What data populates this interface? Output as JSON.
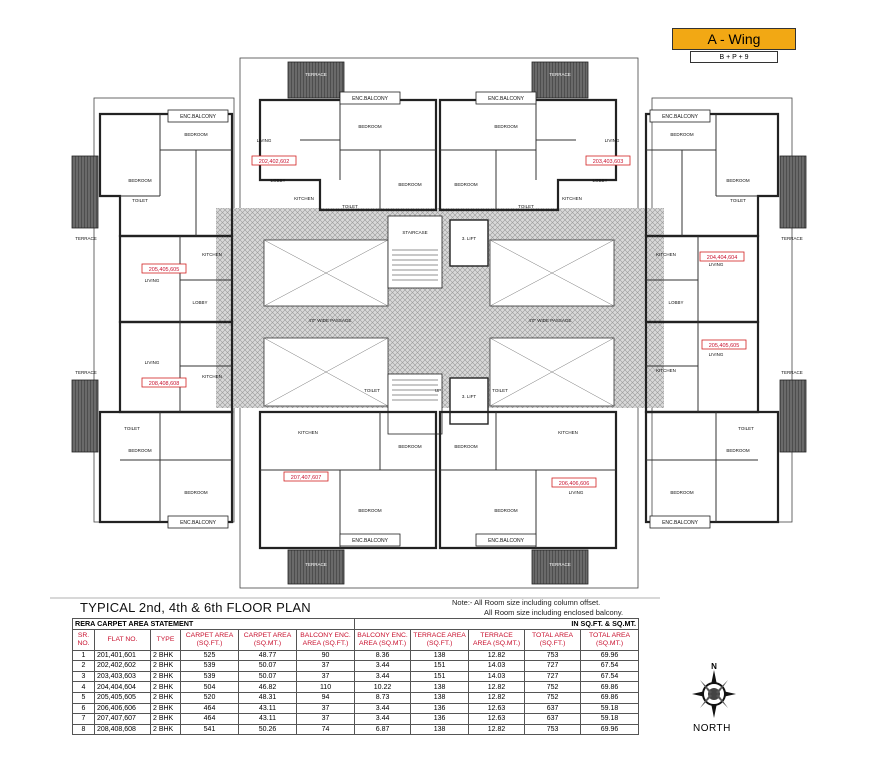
{
  "wing": {
    "title": "A - Wing",
    "floors": "B + P + 9"
  },
  "plan_title": "TYPICAL 2nd, 4th & 6th FLOOR PLAN",
  "notes": [
    "Note:- All Room size including column offset.",
    "All Room size including enclosed balcony."
  ],
  "statement": {
    "title": "RERA CARPET AREA  STATEMENT",
    "units": "IN SQ.FT. & SQ.MT."
  },
  "table": {
    "headers": [
      "SR. NO.",
      "FLAT NO.",
      "TYPE",
      "CARPET AREA (SQ.FT.)",
      "CARPET AREA (SQ.MT.)",
      "BALCONY ENC. AREA (SQ.FT.)",
      "BALCONY ENC. AREA (SQ.MT.)",
      "TERRACE AREA (SQ.FT.)",
      "TERRACE AREA (SQ.MT.)",
      "TOTAL AREA (SQ.FT.)",
      "TOTAL AREA (SQ.MT.)"
    ],
    "rows": [
      [
        "1",
        "201,401,601",
        "2  BHK",
        "525",
        "48.77",
        "90",
        "8.36",
        "138",
        "12.82",
        "753",
        "69.96"
      ],
      [
        "2",
        "202,402,602",
        "2  BHK",
        "539",
        "50.07",
        "37",
        "3.44",
        "151",
        "14.03",
        "727",
        "67.54"
      ],
      [
        "3",
        "203,403,603",
        "2  BHK",
        "539",
        "50.07",
        "37",
        "3.44",
        "151",
        "14.03",
        "727",
        "67.54"
      ],
      [
        "4",
        "204,404,604",
        "2  BHK",
        "504",
        "46.82",
        "110",
        "10.22",
        "138",
        "12.82",
        "752",
        "69.86"
      ],
      [
        "5",
        "205,405,605",
        "2  BHK",
        "520",
        "48.31",
        "94",
        "8.73",
        "138",
        "12.82",
        "752",
        "69.86"
      ],
      [
        "6",
        "206,406,606",
        "2  BHK",
        "464",
        "43.11",
        "37",
        "3.44",
        "136",
        "12.63",
        "637",
        "59.18"
      ],
      [
        "7",
        "207,407,607",
        "2  BHK",
        "464",
        "43.11",
        "37",
        "3.44",
        "136",
        "12.63",
        "637",
        "59.18"
      ],
      [
        "8",
        "208,408,608",
        "2  BHK",
        "541",
        "50.26",
        "74",
        "6.87",
        "138",
        "12.82",
        "753",
        "69.96"
      ]
    ]
  },
  "plan": {
    "labels": {
      "staircase": "STAIRCASE",
      "lift": "3. LIFT",
      "lobby": "LOBBY",
      "passage": "4'0\" WIDE PASSAGE",
      "up": "UP",
      "enc_balcony": "ENC.BALCONY",
      "bedroom": "BEDROOM",
      "living": "LIVING",
      "kitchen": "KITCHEN",
      "toilet": "TOILET",
      "terrace": "TERRACE"
    },
    "flat_tags": [
      "202,402,602",
      "203,403,603",
      "205,405,605",
      "204,404,604",
      "206,406,606",
      "207,407,607",
      "205,405,605",
      "208,408,608"
    ]
  },
  "compass": {
    "label": "NORTH",
    "letter": "N"
  },
  "colors": {
    "badge": "#f2a814",
    "header_text": "#c8102e",
    "wall": "#222222",
    "terrace_fill": "#555555",
    "hatch": "#bbbbbb",
    "tag_border": "#d22222"
  }
}
